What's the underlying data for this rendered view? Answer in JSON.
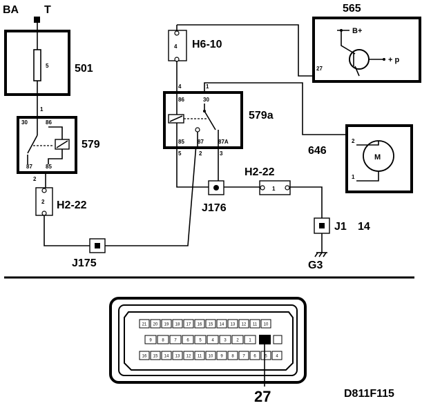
{
  "labels": {
    "ba": "BA",
    "t": "T",
    "c501": "501",
    "fuse": "5",
    "c579": "579",
    "c579_p30": "30",
    "c579_p86": "86",
    "c579_p87": "87",
    "c579_p85": "85",
    "c579_pin1": "1",
    "c579_pin2": "2",
    "conn_left_name": "H2-22",
    "conn_left_pin": "2",
    "j175": "J175",
    "h610": "H6-10",
    "h610_pin": "4",
    "c579a": "579a",
    "c579a_p86": "86",
    "c579a_p30": "30",
    "c579a_p85": "85",
    "c579a_p87": "87",
    "c579a_p87a": "87A",
    "c579a_pin4": "4",
    "c579a_pin1": "1",
    "c579a_pin5": "5",
    "c579a_pin2": "2",
    "c579a_pin3": "3",
    "j176": "J176",
    "conn_mid_name": "H2-22",
    "conn_mid_pin": "1",
    "j1": "J1",
    "j1_num": "14",
    "g3": "G3",
    "c565": "565",
    "c565_bplus": "B+",
    "c565_up": "+ p",
    "c565_pin27": "27",
    "c646": "646",
    "motor": "M",
    "c646_pin2": "2",
    "c646_pin1": "1",
    "pin_callout": "27",
    "drawing_code": "D811F115"
  },
  "connector_rows": {
    "top": [
      "21",
      "20",
      "19",
      "18",
      "17",
      "16",
      "15",
      "14",
      "13",
      "12",
      "11",
      "10"
    ],
    "mid": [
      "9",
      "8",
      "7",
      "6",
      "5",
      "4",
      "3",
      "2",
      "1"
    ],
    "bot": [
      "16",
      "15",
      "14",
      "13",
      "12",
      "11",
      "10",
      "9",
      "8",
      "7",
      "6",
      "5",
      "4"
    ]
  }
}
